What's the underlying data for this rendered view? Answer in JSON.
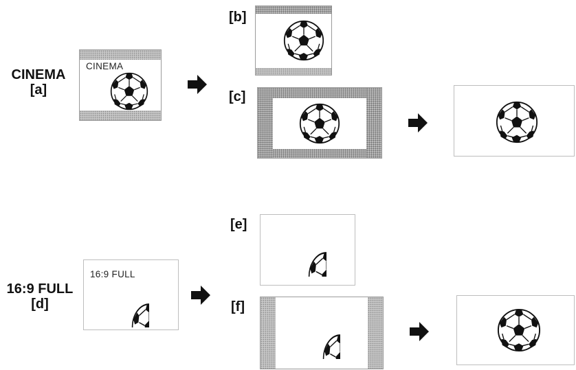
{
  "modes": {
    "cinema": {
      "label": "CINEMA",
      "letter": "[a]",
      "osd": "CINEMA"
    },
    "full169": {
      "label": "16:9 FULL",
      "letter": "[d]",
      "osd": "16:9 FULL"
    }
  },
  "results": {
    "b": "[b]",
    "c": "[c]",
    "e": "[e]",
    "f": "[f]"
  },
  "icons": {
    "ball": "soccer-ball-icon",
    "arrow": "right-arrow-icon"
  },
  "colors": {
    "ink": "#111111",
    "band": "#c7c7c7",
    "frame": "#9a9a9a"
  }
}
